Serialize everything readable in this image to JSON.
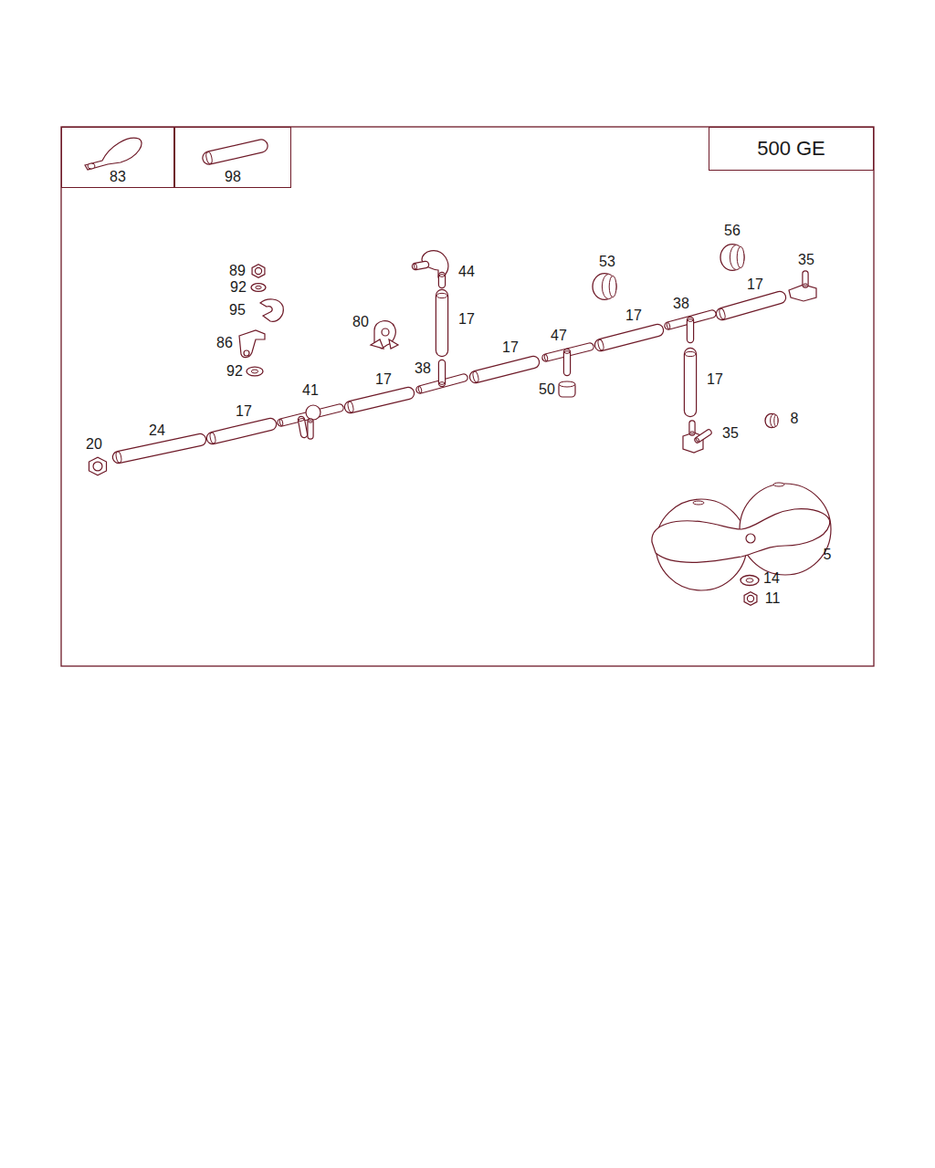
{
  "diagram": {
    "nodes": [
      {
        "text": [
          "83"
        ]
      },
      {
        "text": [
          "98"
        ]
      },
      {
        "text": [
          "500 GE"
        ]
      }
    ],
    "labels": [
      "56",
      "35",
      "89",
      "44",
      "53",
      "17",
      "92",
      "38",
      "95",
      "17",
      "17",
      "80",
      "47",
      "86",
      "17",
      "92",
      "38",
      "17",
      "17",
      "50",
      "41",
      "17",
      "8",
      "24",
      "35",
      "20",
      "5",
      "14",
      "11"
    ]
  }
}
